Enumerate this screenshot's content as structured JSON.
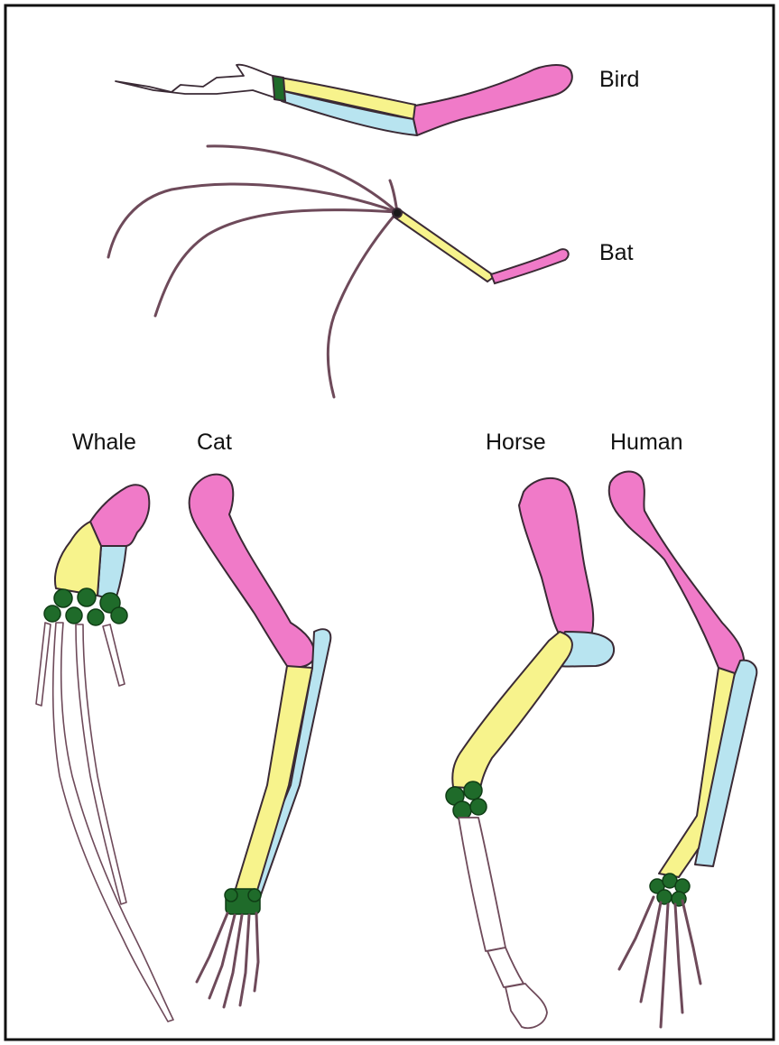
{
  "labels": {
    "bird": "Bird",
    "bat": "Bat",
    "whale": "Whale",
    "cat": "Cat",
    "horse": "Horse",
    "human": "Human"
  },
  "colors": {
    "humerus": "#f07ac8",
    "radius": "#f7f38c",
    "ulna": "#b8e4f0",
    "carpals": "#1f6b2a",
    "phalanges_stroke": "#6e4a5a",
    "outline": "#3a2a35",
    "border": "#111111"
  }
}
